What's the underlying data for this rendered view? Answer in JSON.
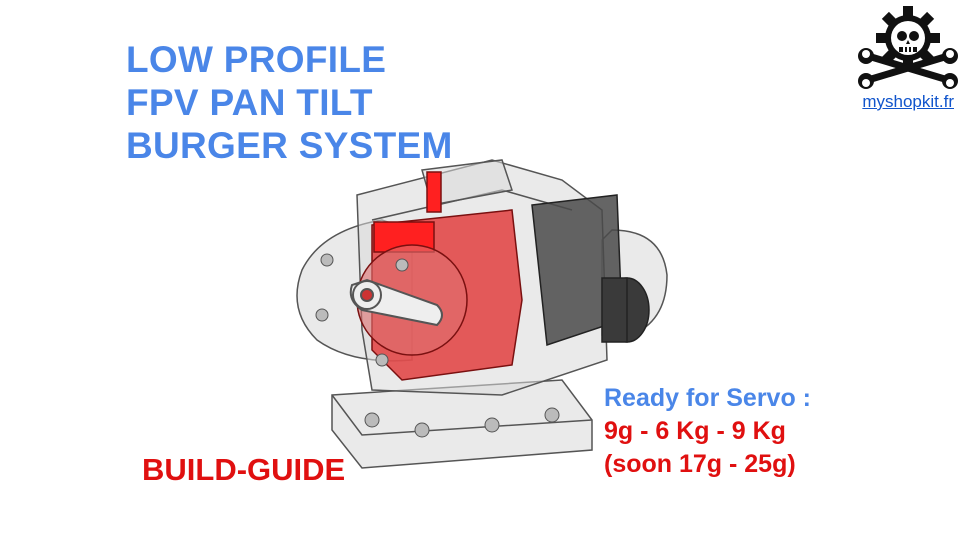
{
  "title": {
    "line1": "LOW PROFILE",
    "line2": "FPV PAN TILT",
    "line3": "BURGER SYSTEM"
  },
  "logo": {
    "icon": "gear-skull-wrenches-icon",
    "link_text": "myshopkit.fr"
  },
  "build_guide": "BUILD-GUIDE",
  "servo_info": {
    "heading": "Ready for Servo :",
    "sizes": "9g - 6 Kg - 9 Kg",
    "soon": "(soon 17g - 25g)"
  },
  "colors": {
    "title_blue": "#4a86e8",
    "accent_red": "#e01010",
    "link_blue": "#1155cc"
  }
}
